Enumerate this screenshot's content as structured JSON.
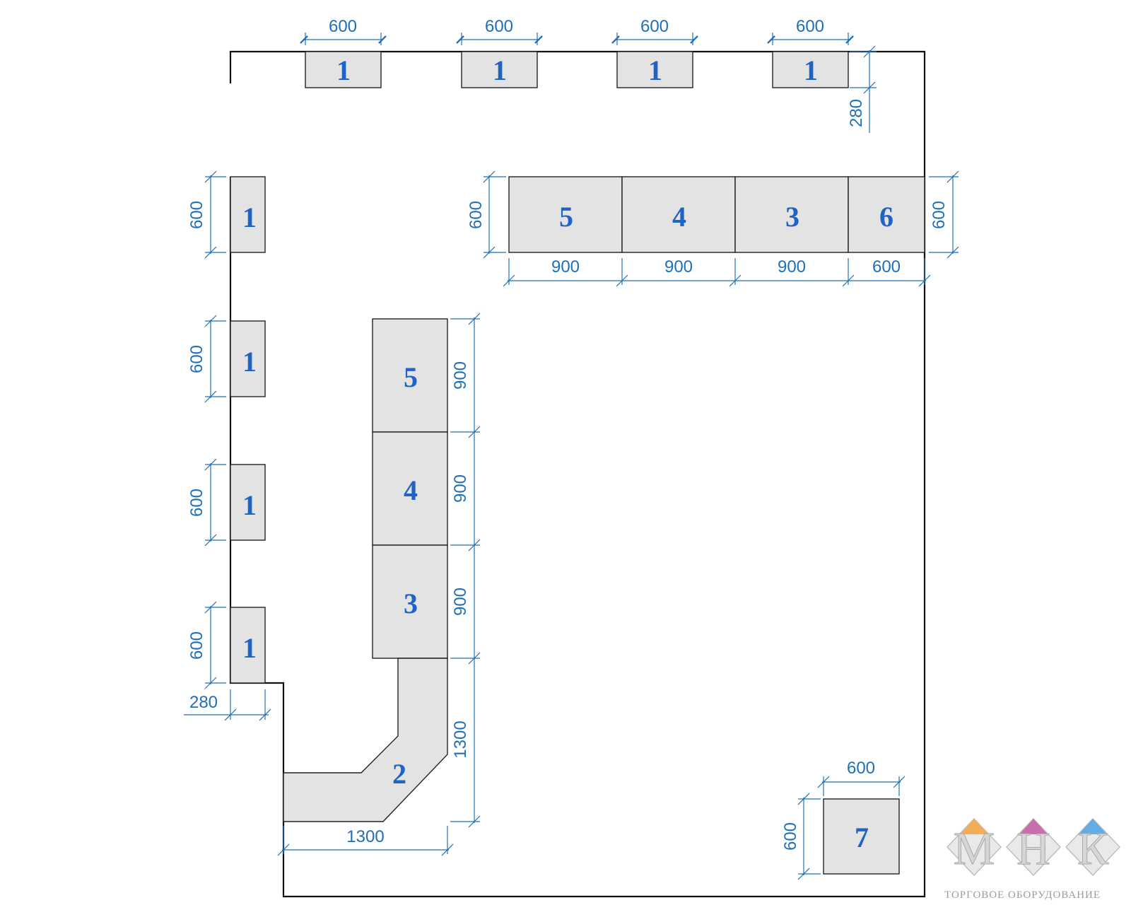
{
  "plan": {
    "top_wall_units": [
      {
        "label": "1",
        "width": "600"
      },
      {
        "label": "1",
        "width": "600"
      },
      {
        "label": "1",
        "width": "600"
      },
      {
        "label": "1",
        "width": "600"
      }
    ],
    "top_unit_depth": "280",
    "left_wall_units": [
      {
        "label": "1",
        "height": "600"
      },
      {
        "label": "1",
        "height": "600"
      },
      {
        "label": "1",
        "height": "600"
      },
      {
        "label": "1",
        "height": "600"
      }
    ],
    "left_unit_depth": "280",
    "right_row": {
      "units": [
        {
          "label": "5",
          "width": "900"
        },
        {
          "label": "4",
          "width": "900"
        },
        {
          "label": "3",
          "width": "900"
        },
        {
          "label": "6",
          "width": "600"
        }
      ],
      "depth_left": "600",
      "depth_right": "600"
    },
    "center_column": {
      "units": [
        {
          "label": "5",
          "height": "900"
        },
        {
          "label": "4",
          "height": "900"
        },
        {
          "label": "3",
          "height": "900"
        }
      ],
      "corner_label": "2",
      "corner_height": "1300",
      "corner_width": "1300"
    },
    "unit7": {
      "label": "7",
      "width": "600",
      "height": "600"
    }
  },
  "logo": {
    "letters": [
      "М",
      "Н",
      "К"
    ],
    "caption": "ТОРГОВОЕ ОБОРУДОВАНИЕ",
    "colors": {
      "m": "#f0a03a",
      "n": "#c0559e",
      "k": "#4a9fe0"
    }
  }
}
